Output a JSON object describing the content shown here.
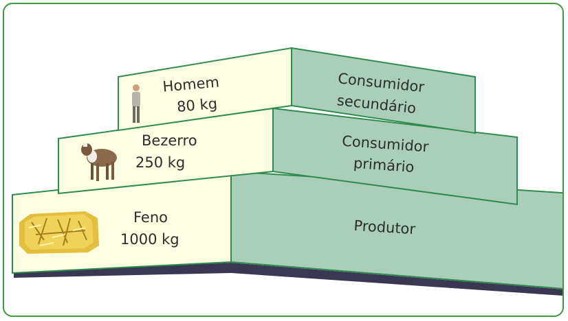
{
  "pyramid": {
    "levels": [
      {
        "organism": "Homem",
        "mass": "80 kg",
        "role_line1": "Consumidor",
        "role_line2": "secundário",
        "icon": "person-icon"
      },
      {
        "organism": "Bezerro",
        "mass": "250 kg",
        "role_line1": "Consumidor",
        "role_line2": "primário",
        "icon": "calf-icon"
      },
      {
        "organism": "Feno",
        "mass": "1000 kg",
        "role_line1": "Produtor",
        "role_line2": "",
        "icon": "hay-icon"
      }
    ]
  },
  "colors": {
    "front_face": "#fdfde2",
    "side_face": "#a9cfba",
    "edge": "#2e8b4e",
    "shadow": "#3a3752",
    "frame_border": "#3c9a3c"
  }
}
